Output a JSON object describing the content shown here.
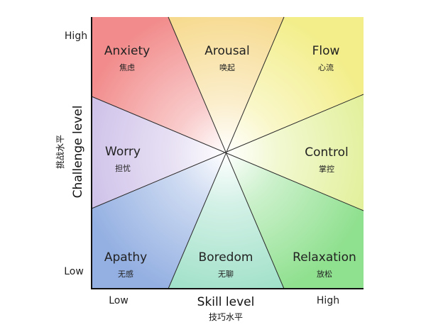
{
  "axes": {
    "x": {
      "title": "Skill level",
      "subtitle": "技巧水平",
      "low": "Low",
      "high": "High"
    },
    "y": {
      "title": "Challenge level",
      "subtitle": "挑战水平",
      "low": "Low",
      "high": "High"
    }
  },
  "regions": [
    {
      "key": "anxiety",
      "en": "Anxiety",
      "zh": "焦虑",
      "color": "#f28c8c"
    },
    {
      "key": "arousal",
      "en": "Arousal",
      "zh": "唤起",
      "color": "#f6d98c"
    },
    {
      "key": "flow",
      "en": "Flow",
      "zh": "心流",
      "color": "#f3ee8a"
    },
    {
      "key": "control",
      "en": "Control",
      "zh": "掌控",
      "color": "#e2f09a"
    },
    {
      "key": "relaxation",
      "en": "Relaxation",
      "zh": "放松",
      "color": "#8fe08f"
    },
    {
      "key": "boredom",
      "en": "Boredom",
      "zh": "无聊",
      "color": "#9ee0c8"
    },
    {
      "key": "apathy",
      "en": "Apathy",
      "zh": "无感",
      "color": "#94b0e2"
    },
    {
      "key": "worry",
      "en": "Worry",
      "zh": "担忧",
      "color": "#cdbfe8"
    }
  ]
}
